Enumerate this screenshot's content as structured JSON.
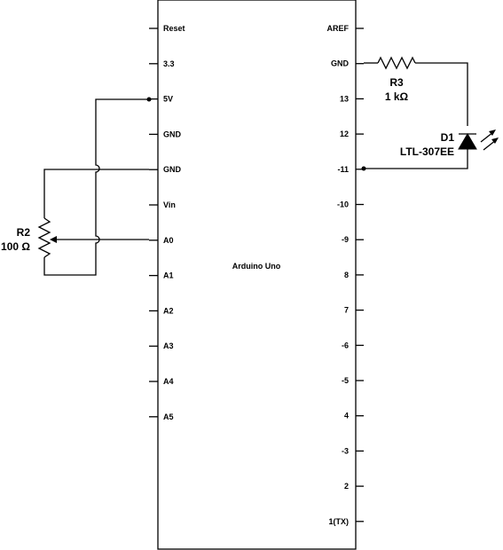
{
  "board": {
    "name": "Arduino Uno",
    "left_pins": [
      "Reset",
      "3.3",
      "5V",
      "GND",
      "GND",
      "Vin",
      "A0",
      "A1",
      "A2",
      "A3",
      "A4",
      "A5"
    ],
    "right_pins": [
      "AREF",
      "GND",
      "13",
      "12",
      "-11",
      "-10",
      "-9",
      "8",
      "7",
      "-6",
      "-5",
      "4",
      "-3",
      "2",
      "1(TX)"
    ]
  },
  "components": {
    "r3": {
      "ref": "R3",
      "value": "1 kΩ"
    },
    "d1": {
      "ref": "D1",
      "value": "LTL-307EE"
    },
    "r2": {
      "ref": "R2",
      "value": "100 Ω"
    }
  }
}
